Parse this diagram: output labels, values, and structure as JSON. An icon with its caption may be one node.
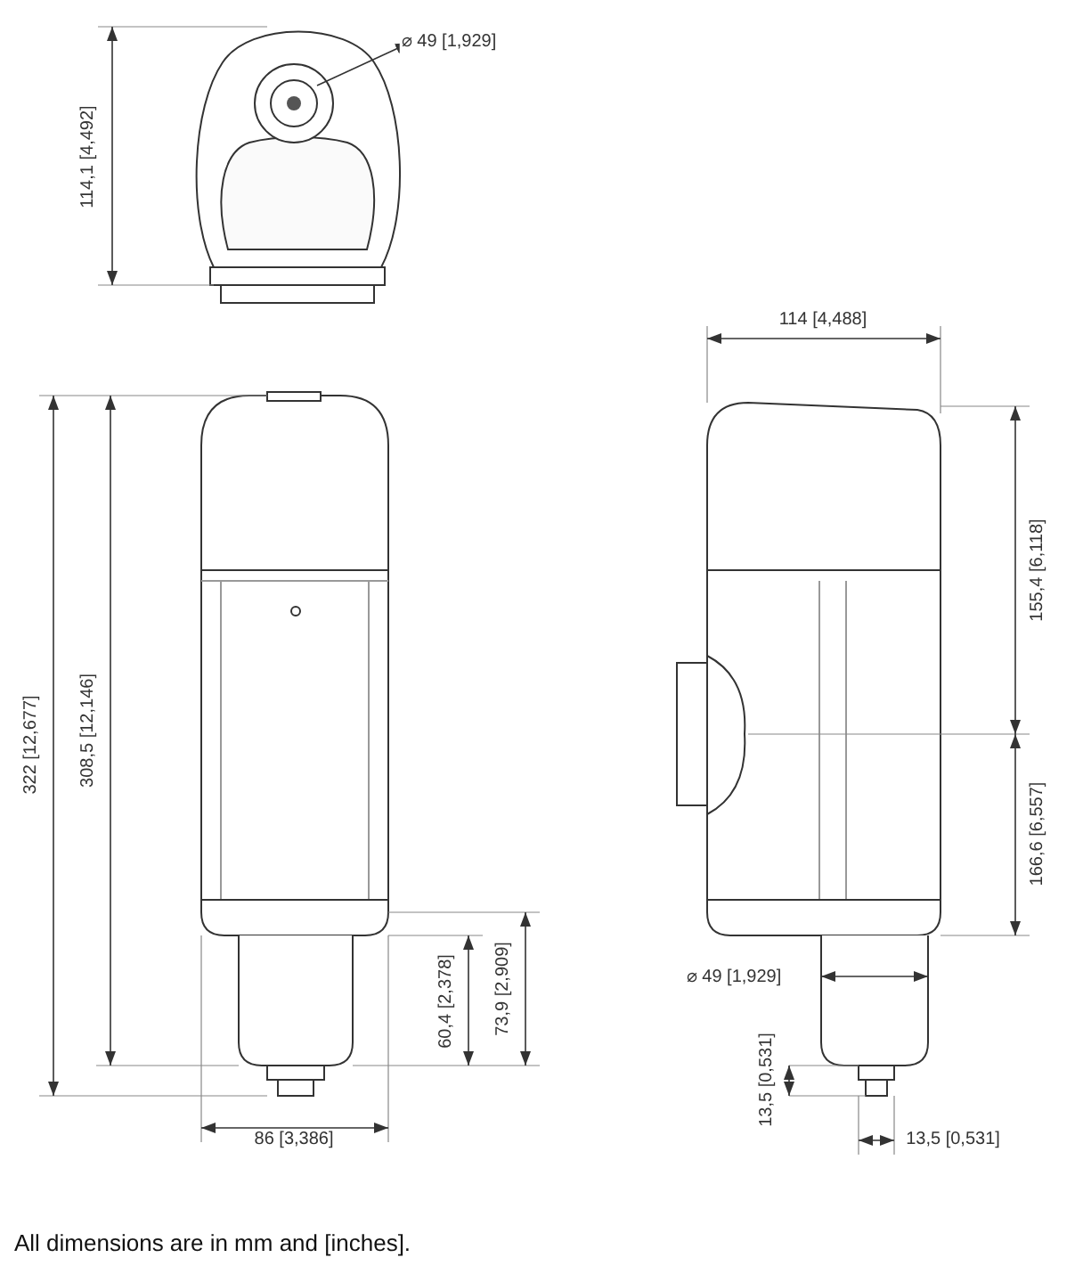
{
  "diagram": {
    "caption": "All dimensions are in mm and [inches].",
    "labels": [
      "⌀ 49 [1,929]",
      "114,1 [4,492]",
      "114 [4,488]",
      "322 [12,677]",
      "308,5 [12,146]",
      "155,4 [6,118]",
      "166,6 [6,557]",
      "60,4 [2,378]",
      "73,9 [2,909]",
      "⌀ 49 [1,929]",
      "13,5 [0,531]",
      "86 [3,386]",
      "13,5 [0,531]"
    ]
  }
}
